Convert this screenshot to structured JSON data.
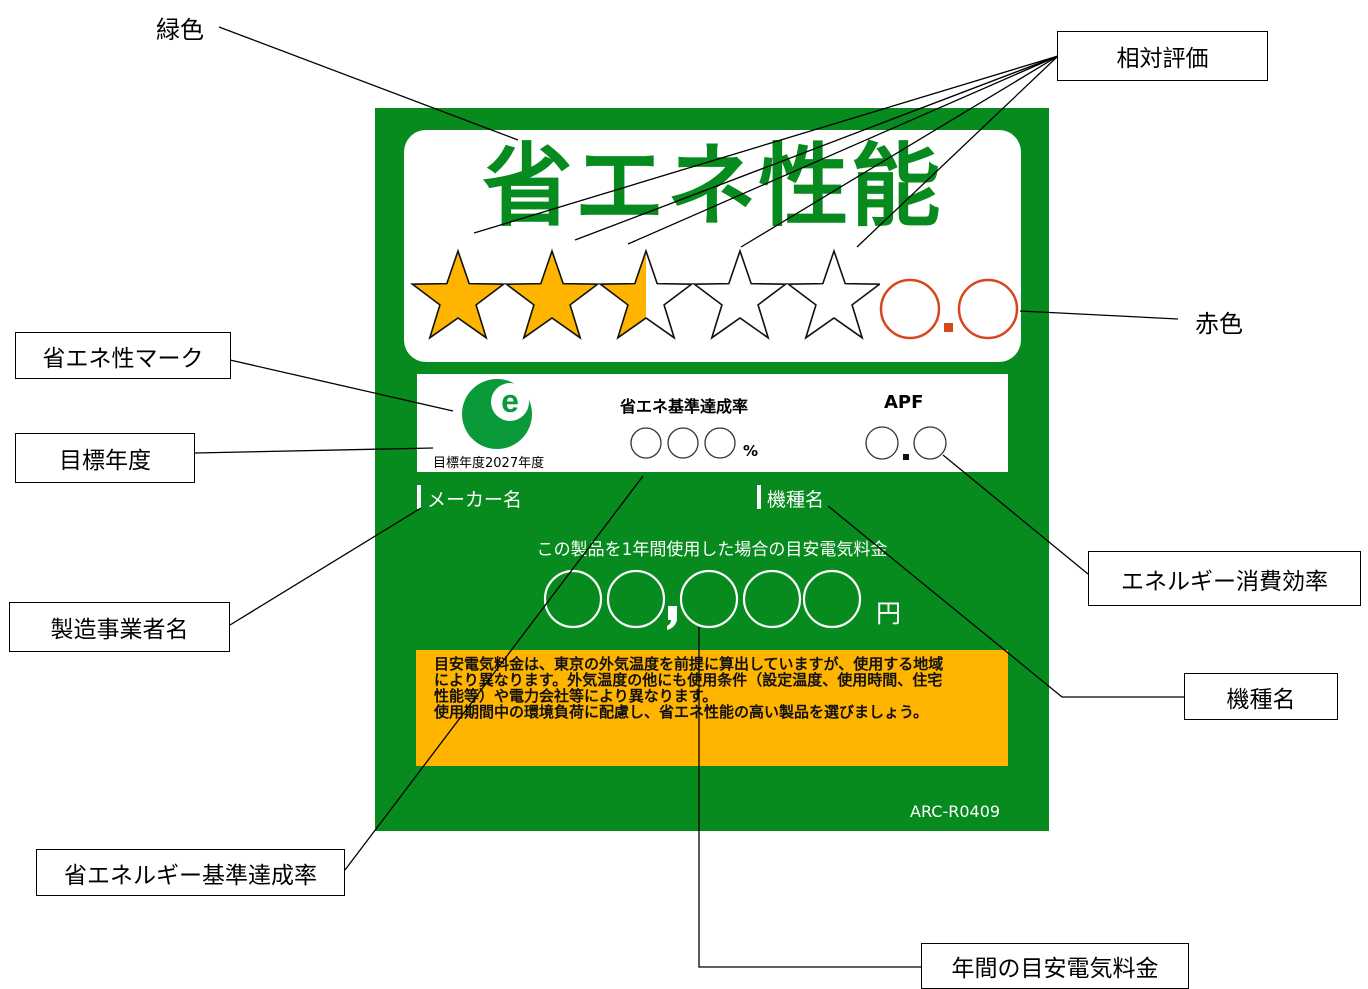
{
  "label_title": {
    "title": "省エネ性能",
    "rating_placeholder": "○.○"
  },
  "label_info": {
    "mark_caption": "目標年度2027年度",
    "achievement_heading": "省エネ基準達成率",
    "achievement_unit": "%",
    "apf_heading": "APF",
    "maker_label": "メーカー名",
    "model_label": "機種名",
    "cost_heading": "この製品を1年間使用した場合の目安電気料金",
    "cost_unit": "円",
    "note_lines": [
      "目安電気料金は、東京の外気温度を前提に算出していますが、使用する地域",
      "により異なります。外気温度の他にも使用条件（設定温度、使用時間、住宅",
      "性能等）や電力会社等により異なります。",
      "使用期間中の環境負荷に配慮し、省エネ性能の高い製品を選びましょう。"
    ],
    "code": "ARC-R0409"
  },
  "rating": {
    "stars_total": 5,
    "stars_filled": 2.5
  },
  "callouts": {
    "green": "緑色",
    "relative": "相対評価",
    "red": "赤色",
    "mark": "省エネ性マーク",
    "target_year": "目標年度",
    "maker": "製造事業者名",
    "efficiency": "エネルギー消費効率",
    "model": "機種名",
    "achievement": "省エネルギー基準達成率",
    "annual_cost": "年間の目安電気料金"
  },
  "colors": {
    "label_green": "#078a1e",
    "star_fill": "#ffb400",
    "note_bg": "#ffb400",
    "rating_red": "#d8461f"
  }
}
